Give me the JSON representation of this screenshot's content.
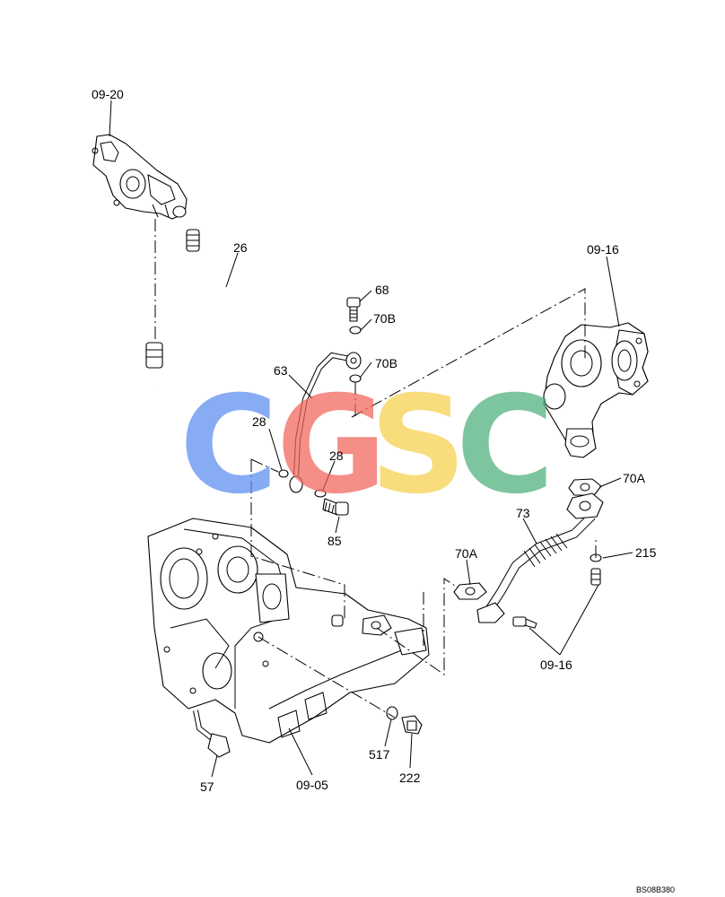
{
  "callouts": {
    "c_09_20": "09-20",
    "c_26": "26",
    "c_09_16_top": "09-16",
    "c_68": "68",
    "c_70b_a": "70B",
    "c_70b_b": "70B",
    "c_63": "63",
    "c_28_a": "28",
    "c_28_b": "28",
    "c_85": "85",
    "c_70a_right": "70A",
    "c_73": "73",
    "c_215": "215",
    "c_70a_left": "70A",
    "c_09_16_bottom": "09-16",
    "c_517": "517",
    "c_222": "222",
    "c_57": "57",
    "c_09_05": "09-05"
  },
  "drawing_code": "BS08B380",
  "watermark": {
    "letters": [
      "C",
      "G",
      "S",
      "C"
    ],
    "colors": [
      "#5b8def",
      "#f0645a",
      "#f7cf4a",
      "#4caf7a"
    ]
  }
}
